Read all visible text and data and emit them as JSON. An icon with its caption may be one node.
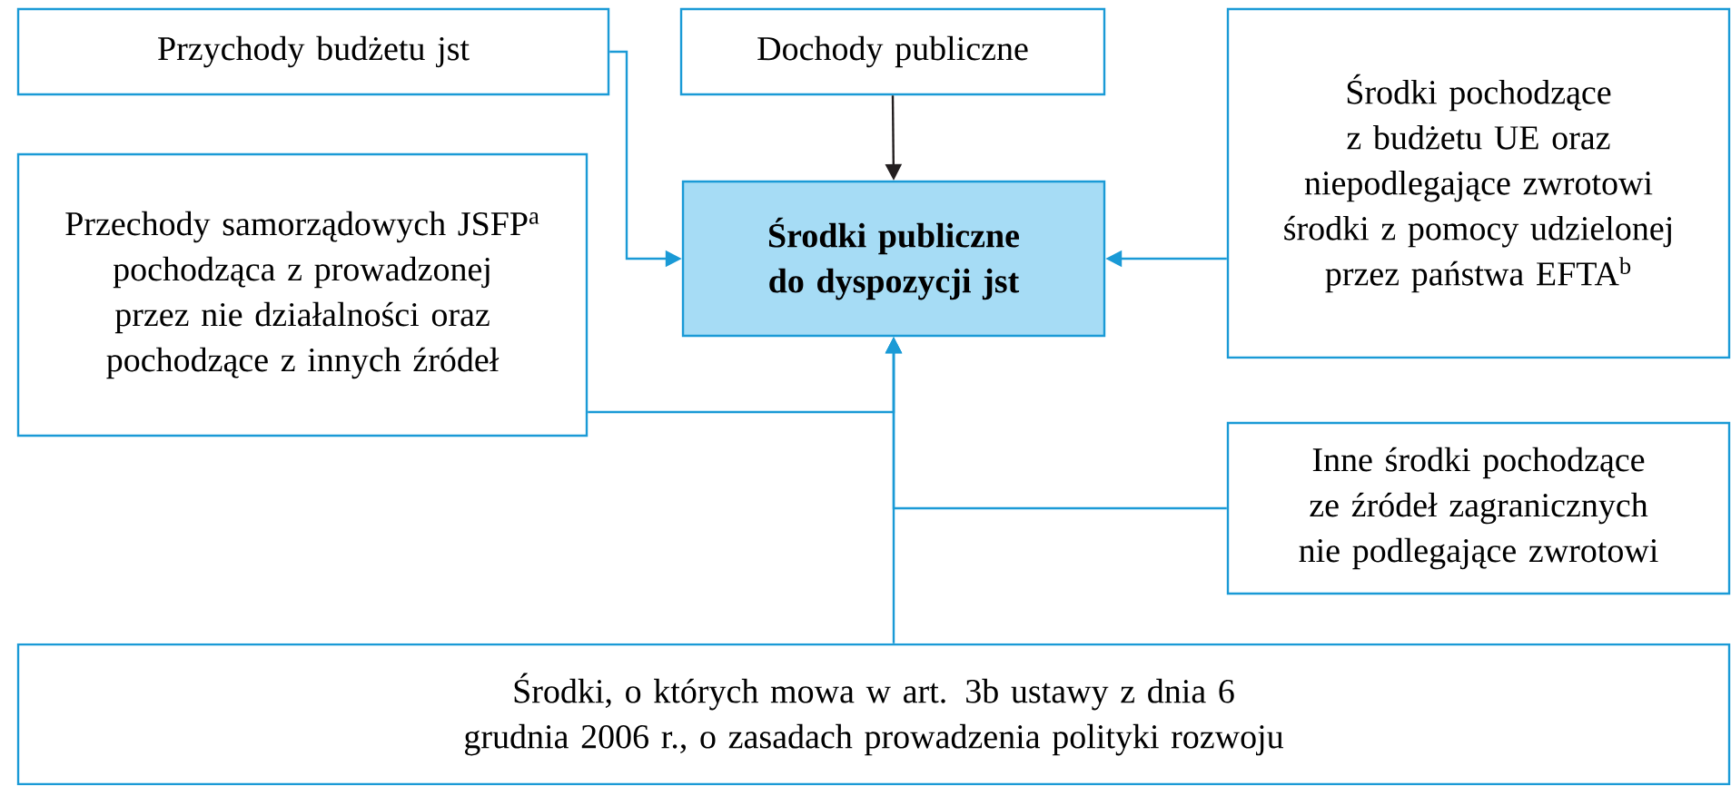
{
  "diagram": {
    "nodes": [
      {
        "text": [
          "Przychody budżetu jst"
        ]
      },
      {
        "text": [
          "Dochody publiczne"
        ]
      },
      {
        "text": [
          "Środki pochodzące z budżetu UE oraz niepodlegające zwrotowi środki z pomocy udzielonej przez państwa EFTA$^{b}$"
        ]
      },
      {
        "text": [
          "Przechody samorządowych JSFP$^{a}$ pochodząca z prowadzonej przez nie działalności oraz pochodzące z innych źródeł"
        ]
      },
      {
        "text": [
          "Środki publiczne do dyspozycji jst"
        ]
      },
      {
        "text": [
          "Inne środki pochodzące ze źródeł zagranicznych nie podlegające zwrotowi"
        ]
      },
      {
        "text": [
          "Środki, o których mowa w art. 3b ustawy z dnia 6 grudnia 2006 r., o zasadach prowadzenia polityki rozwoju"
        ]
      }
    ],
    "edges": [
      {
        "from": 0,
        "to": 4,
        "arrow": "to"
      },
      {
        "from": 1,
        "to": 4,
        "arrow": "to",
        "color": "#231f20"
      },
      {
        "from": 2,
        "to": 4,
        "arrow": "to"
      },
      {
        "from": 3,
        "to": 4,
        "arrow": "to"
      },
      {
        "from": 5,
        "to": 4,
        "arrow": "to"
      },
      {
        "from": 6,
        "to": 4,
        "arrow": "to"
      }
    ]
  }
}
